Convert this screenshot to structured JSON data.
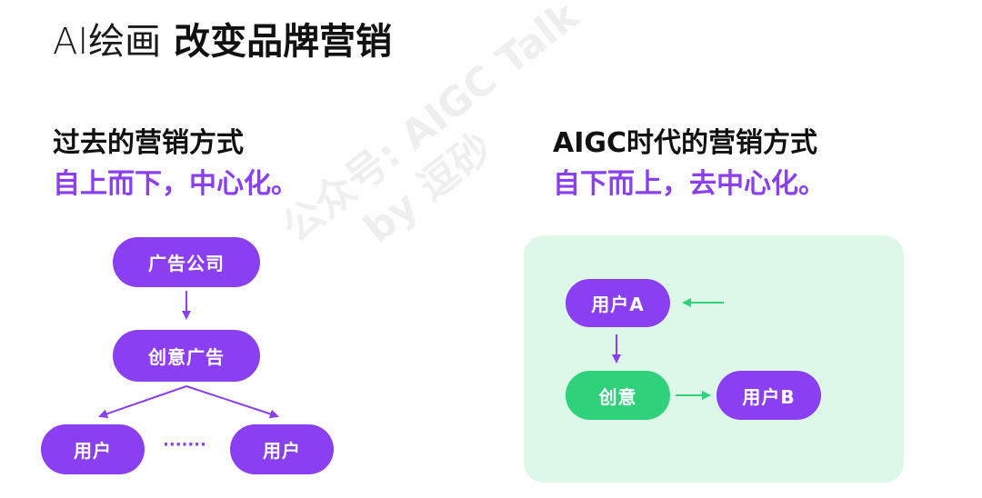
{
  "title": {
    "prefix": "AI绘画",
    "main": "改变品牌营销"
  },
  "left": {
    "heading": "过去的营销方式",
    "subheading": "自上而下，中心化。",
    "nodes": {
      "agency": "广告公司",
      "creative": "创意广告",
      "user_left": "用户",
      "user_right": "用户"
    },
    "ellipsis": "·······"
  },
  "right": {
    "heading": "AIGC时代的营销方式",
    "subheading": "自下而上，去中心化。",
    "nodes": {
      "user_a": "用户A",
      "creative": "创意",
      "user_b": "用户B"
    }
  },
  "watermark": {
    "line1": "公众号: AIGC Talk",
    "line2": "by 逗砂"
  },
  "colors": {
    "purple": "#8a3ff2",
    "green": "#2fd27a",
    "panel": "#ddf7e8"
  }
}
